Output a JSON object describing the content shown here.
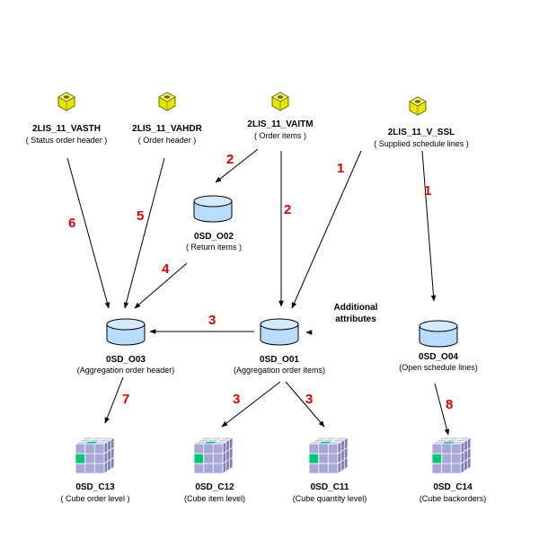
{
  "colors": {
    "background": "#ffffff",
    "edge": "#000000",
    "step_number": "#e00000",
    "datasource_icon": "#e6e600",
    "ods_cylinder": "#b7dcff",
    "cube_face": "#a8a8d8",
    "cube_highlight": "#00c878"
  },
  "nodes": {
    "vasth": {
      "icon": "datasource-icon",
      "name": "2LIS_11_VASTH",
      "desc": "( Status order header )"
    },
    "vahdr": {
      "icon": "datasource-icon",
      "name": "2LIS_11_VAHDR",
      "desc": "( Order header )"
    },
    "vaitm": {
      "icon": "datasource-icon",
      "name": "2LIS_11_VAITM",
      "desc": "( Order items )"
    },
    "vssl": {
      "icon": "datasource-icon",
      "name": "2LIS_11_V_SSL",
      "desc": "( Supplied schedule lines )"
    },
    "o02": {
      "icon": "ods-cylinder-icon",
      "name": "0SD_O02",
      "desc": "( Return items )"
    },
    "o03": {
      "icon": "ods-cylinder-icon",
      "name": "0SD_O03",
      "desc": "(Aggregation order header)"
    },
    "o01": {
      "icon": "ods-cylinder-icon",
      "name": "0SD_O01",
      "desc": "(Aggregation order items)"
    },
    "o04": {
      "icon": "ods-cylinder-icon",
      "name": "0SD_O04",
      "desc": "(Open schedule lines)"
    },
    "c13": {
      "icon": "infocube-icon",
      "name": "0SD_C13",
      "desc": "( Cube order level )"
    },
    "c12": {
      "icon": "infocube-icon",
      "name": "0SD_C12",
      "desc": "(Cube item level)"
    },
    "c11": {
      "icon": "infocube-icon",
      "name": "0SD_C11",
      "desc": "(Cube quantity level)"
    },
    "c14": {
      "icon": "infocube-icon",
      "name": "0SD_C14",
      "desc": "(Cube backorders)"
    }
  },
  "edges": {
    "vaitm_o02": {
      "from": "2LIS_11_VAITM",
      "to": "0SD_O02",
      "step": "2"
    },
    "vaitm_o01": {
      "from": "2LIS_11_VAITM",
      "to": "0SD_O01",
      "step": "2"
    },
    "vssl_o01": {
      "from": "2LIS_11_V_SSL",
      "to": "0SD_O01",
      "step": "1"
    },
    "vssl_o04": {
      "from": "2LIS_11_V_SSL",
      "to": "0SD_O04",
      "step": "1"
    },
    "vasth_o03": {
      "from": "2LIS_11_VASTH",
      "to": "0SD_O03",
      "step": "6"
    },
    "vahdr_o03": {
      "from": "2LIS_11_VAHDR",
      "to": "0SD_O03",
      "step": "5"
    },
    "o02_o03": {
      "from": "0SD_O02",
      "to": "0SD_O03",
      "step": "4"
    },
    "o01_o03": {
      "from": "0SD_O01",
      "to": "0SD_O03",
      "step": "3"
    },
    "o03_c13": {
      "from": "0SD_O03",
      "to": "0SD_C13",
      "step": "7"
    },
    "o01_c12": {
      "from": "0SD_O01",
      "to": "0SD_C12",
      "step": "3"
    },
    "o01_c11": {
      "from": "0SD_O01",
      "to": "0SD_C11",
      "step": "3"
    },
    "o04_c14": {
      "from": "0SD_O04",
      "to": "0SD_C14",
      "step": "8"
    }
  },
  "annotations": {
    "additional_line1": "Additional",
    "additional_line2": "attributes"
  }
}
